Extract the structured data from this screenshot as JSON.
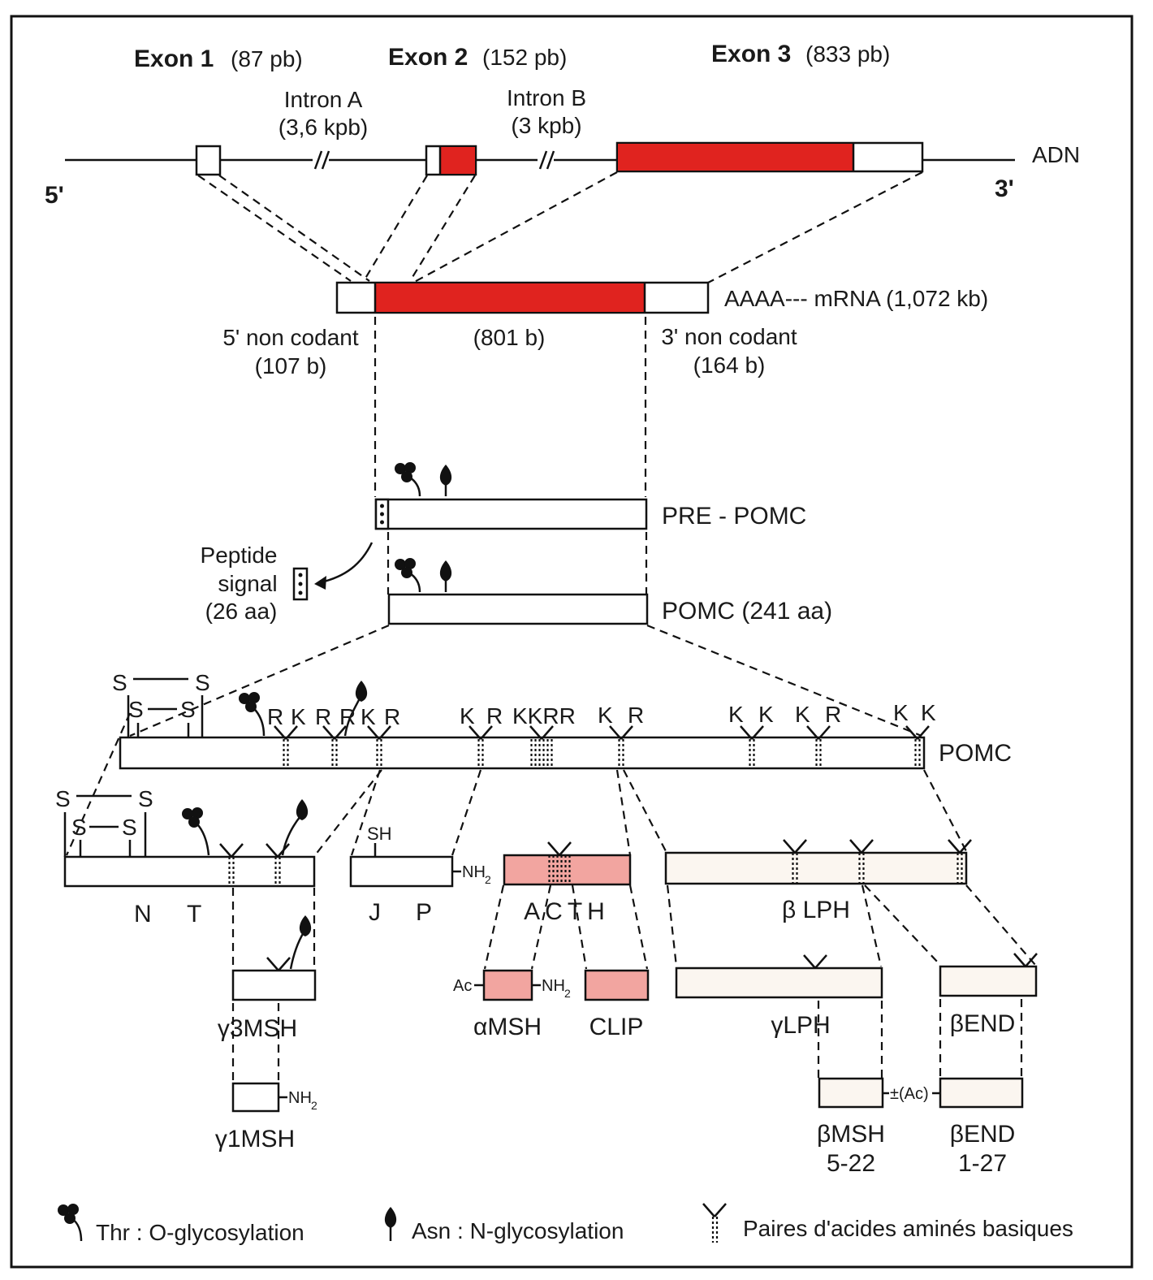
{
  "colors": {
    "red": "#e0231f",
    "pink": "#f2a5a0",
    "pale": "#fbf6f0",
    "ink": "#111111"
  },
  "gene": {
    "exon1": {
      "name": "Exon 1",
      "size": "(87 pb)"
    },
    "exon2": {
      "name": "Exon 2",
      "size": "(152 pb)"
    },
    "exon3": {
      "name": "Exon 3",
      "size": "(833 pb)"
    },
    "intronA": {
      "name": "Intron A",
      "size": "(3,6 kpb)"
    },
    "intronB": {
      "name": "Intron B",
      "size": "(3 kpb)"
    },
    "adn": "ADN",
    "five": "5'",
    "three": "3'"
  },
  "mrna": {
    "label": "AAAA--- mRNA (1,072 kb)",
    "left_label": "5' non codant",
    "left_size": "(107 b)",
    "mid_size": "(801 b)",
    "right_label": "3' non codant",
    "right_size": "(164 b)"
  },
  "pre_pomc": "PRE - POMC",
  "signal": {
    "line1": "Peptide",
    "line2": "signal",
    "line3": "(26 aa)"
  },
  "pomc_small": "POMC (241 aa)",
  "pomc": "POMC",
  "residues": {
    "s": "S",
    "r": "R",
    "k": "K",
    "kkrr": "KKRR",
    "sh": "SH"
  },
  "fragments": {
    "nt_n": "N",
    "nt_t": "T",
    "jp_j": "J",
    "jp_p": "P",
    "acth": "ACTH",
    "blph": "β LPH",
    "g3msh": "γ3MSH",
    "amsh": "αMSH",
    "clip": "CLIP",
    "glph": "γLPH",
    "bend": "βEND",
    "g1msh": "γ1MSH",
    "bmsh1": "βMSH",
    "bmsh2": "5-22",
    "bend1": "βEND",
    "bend2": "1-27",
    "nh2": "NH",
    "sub2": "2",
    "ac": "Ac",
    "pmac": "±(Ac)"
  },
  "legend": {
    "o": "Thr : O-glycosylation",
    "n": "Asn : N-glycosylation",
    "pairs": "Paires d'acides aminés basiques"
  }
}
